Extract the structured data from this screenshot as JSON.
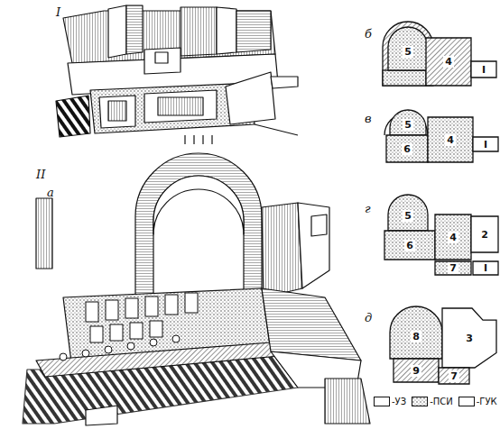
{
  "diagram": {
    "nodes": [
      {
        "text": [
          "5"
        ]
      },
      {
        "text": [
          "4"
        ]
      },
      {
        "text": [
          "I"
        ]
      },
      {
        "text": [
          "5"
        ]
      },
      {
        "text": [
          "6"
        ]
      },
      {
        "text": [
          "4"
        ]
      },
      {
        "text": [
          "I"
        ]
      },
      {
        "text": [
          "5"
        ]
      },
      {
        "text": [
          "6"
        ]
      },
      {
        "text": [
          "4"
        ]
      },
      {
        "text": [
          "2"
        ]
      },
      {
        "text": [
          "7"
        ]
      },
      {
        "text": [
          "I"
        ]
      },
      {
        "text": [
          "8"
        ]
      },
      {
        "text": [
          "3"
        ]
      },
      {
        "text": [
          "9"
        ]
      },
      {
        "text": [
          "7"
        ]
      }
    ],
    "labels": [
      "I",
      "II",
      "а",
      "б",
      "в",
      "г",
      "д"
    ],
    "legend": [
      {
        "text": "-УЗ",
        "color": "#ffffff"
      },
      {
        "text": "-ПСИ"
      },
      {
        "text": "-ГУК",
        "color": "#ffffff"
      }
    ]
  }
}
